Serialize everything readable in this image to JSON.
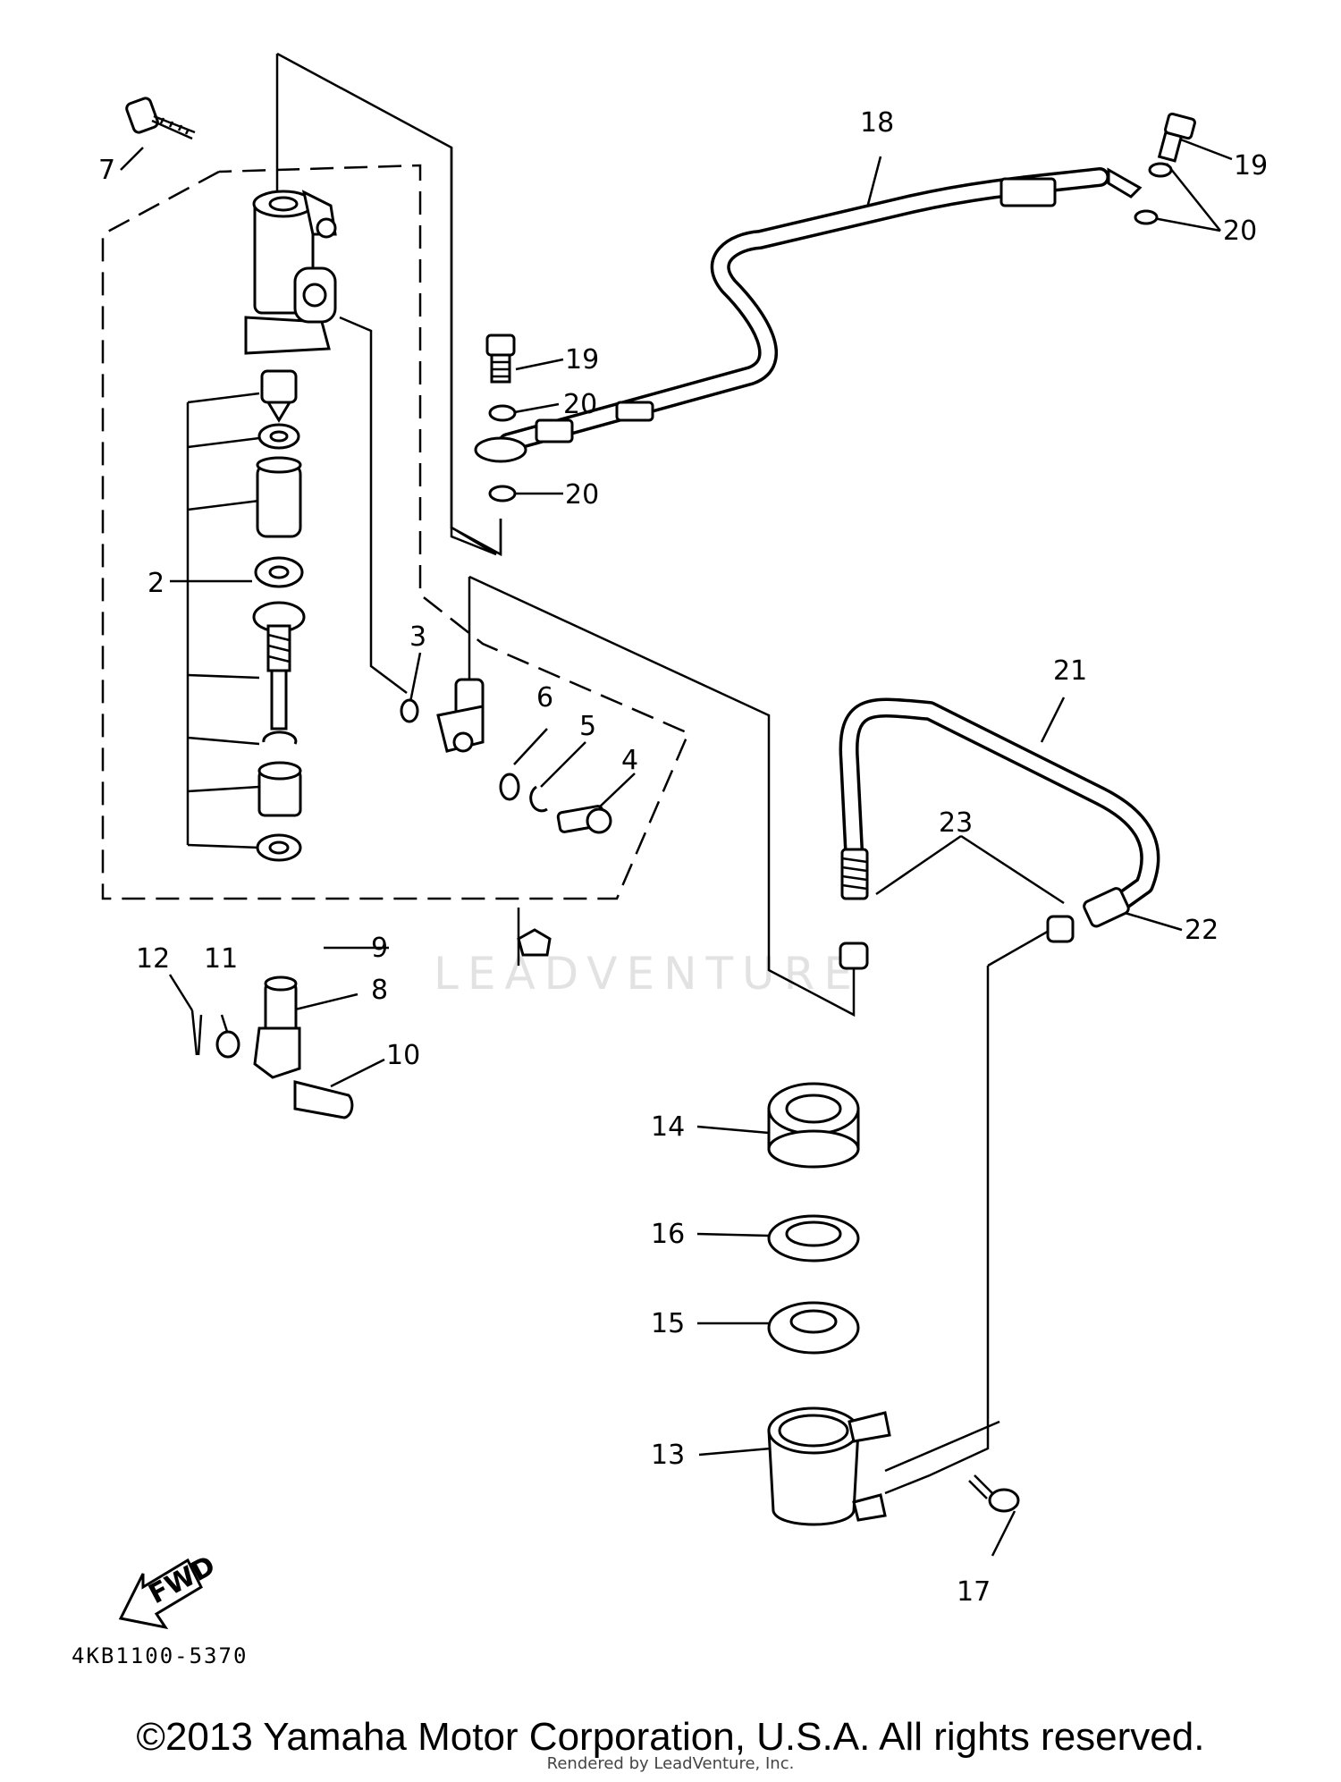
{
  "diagram": {
    "callouts": [
      "2",
      "3",
      "4",
      "5",
      "6",
      "7",
      "8",
      "9",
      "10",
      "11",
      "12",
      "13",
      "14",
      "15",
      "16",
      "17",
      "18",
      "19",
      "19",
      "20",
      "20",
      "20",
      "21",
      "22",
      "23"
    ],
    "direction_label": "FWD",
    "diagram_code": "4KB1100-5370"
  },
  "watermark": {
    "text": "LEADVENTURE"
  },
  "footer": {
    "copyright": "©2013 Yamaha Motor Corporation, U.S.A. All rights reserved.",
    "rendered_by": "Rendered by LeadVenture, Inc."
  }
}
